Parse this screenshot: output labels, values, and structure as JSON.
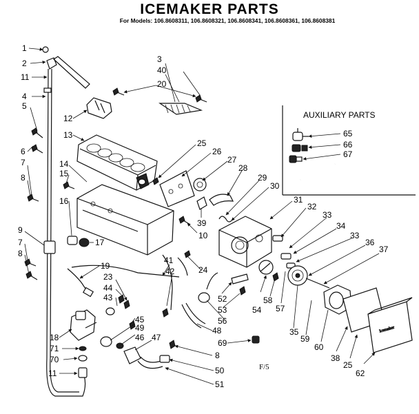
{
  "title": "ICEMAKER PARTS",
  "models": "For Models: 106.8608311, 106.8608321, 106.8608341, 106.8608361, 106.8608381",
  "auxiliary_title": "AUXILIARY PARTS",
  "figure_code": "F/5",
  "callouts": {
    "c1": "1",
    "c2": "2",
    "c11a": "11",
    "c4": "4",
    "c5": "5",
    "c12": "12",
    "c13": "13",
    "c6": "6",
    "c7a": "7",
    "c8a": "8",
    "c14": "14",
    "c15": "15",
    "c16": "16",
    "c17": "17",
    "c9": "9",
    "c7b": "7",
    "c8b": "8",
    "c3": "3",
    "c40": "40",
    "c20": "20",
    "c25a": "25",
    "c26": "26",
    "c27": "27",
    "c28": "28",
    "c29": "29",
    "c30": "30",
    "c39": "39",
    "c10": "10",
    "c31": "31",
    "c32": "32",
    "c33a": "33",
    "c34": "34",
    "c33b": "33",
    "c36": "36",
    "c37": "37",
    "c19": "19",
    "c23": "23",
    "c44": "44",
    "c43": "43",
    "c41": "41",
    "c42": "42",
    "c24": "24",
    "c52": "52",
    "c53": "53",
    "c56": "56",
    "c54": "54",
    "c58": "58",
    "c57": "57",
    "c35": "35",
    "c59": "59",
    "c60": "60",
    "c38": "38",
    "c25b": "25",
    "c62": "62",
    "c45": "45",
    "c49": "49",
    "c46": "46",
    "c47": "47",
    "c48": "48",
    "c69": "69",
    "c18": "18",
    "c71": "71",
    "c70": "70",
    "c11b": "11",
    "c8c": "8",
    "c50": "50",
    "c51": "51",
    "c65": "65",
    "c66": "66",
    "c67": "67"
  }
}
